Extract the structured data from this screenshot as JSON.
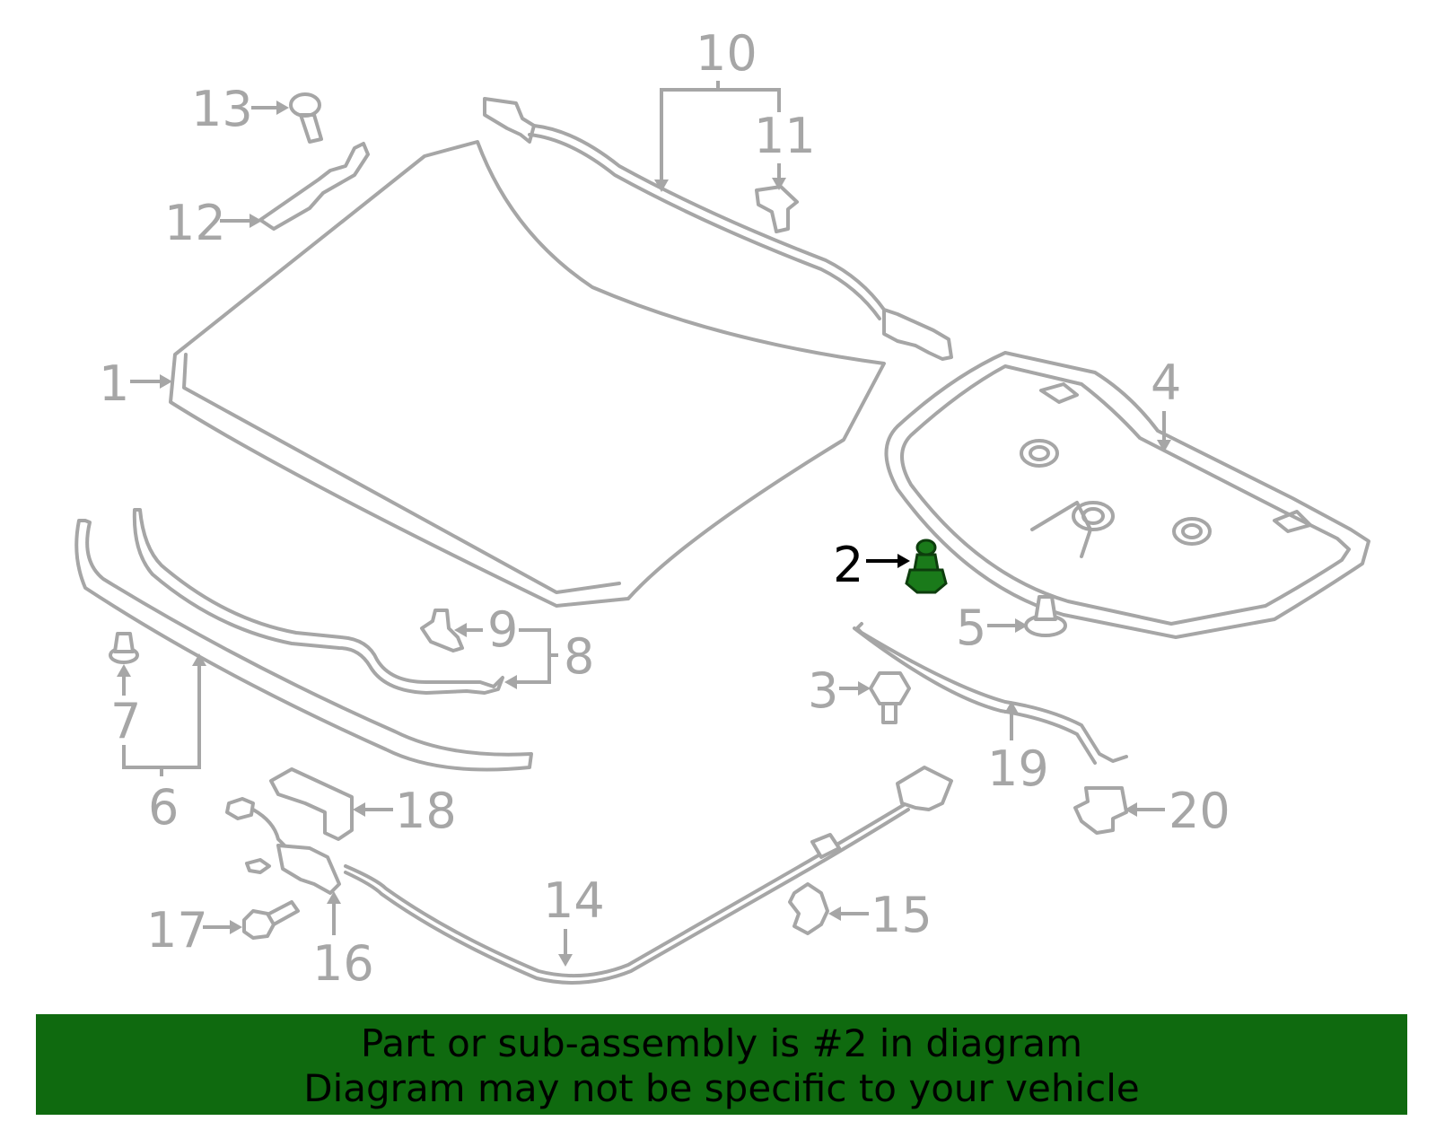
{
  "callouts": {
    "c1": "1",
    "c2": "2",
    "c3": "3",
    "c4": "4",
    "c5": "5",
    "c6": "6",
    "c7": "7",
    "c8": "8",
    "c9": "9",
    "c10": "10",
    "c11": "11",
    "c12": "12",
    "c13": "13",
    "c14": "14",
    "c15": "15",
    "c16": "16",
    "c17": "17",
    "c18": "18",
    "c19": "19",
    "c20": "20"
  },
  "highlight": {
    "part_number": "2",
    "color": "#1a7a1a"
  },
  "colors": {
    "line": "#a6a6a6",
    "banner": "#0f6a0f",
    "text_highlight": "#000000"
  },
  "banner": {
    "line1": "Part or sub-assembly is #2 in diagram",
    "line2": "Diagram may not be specific to your vehicle"
  }
}
